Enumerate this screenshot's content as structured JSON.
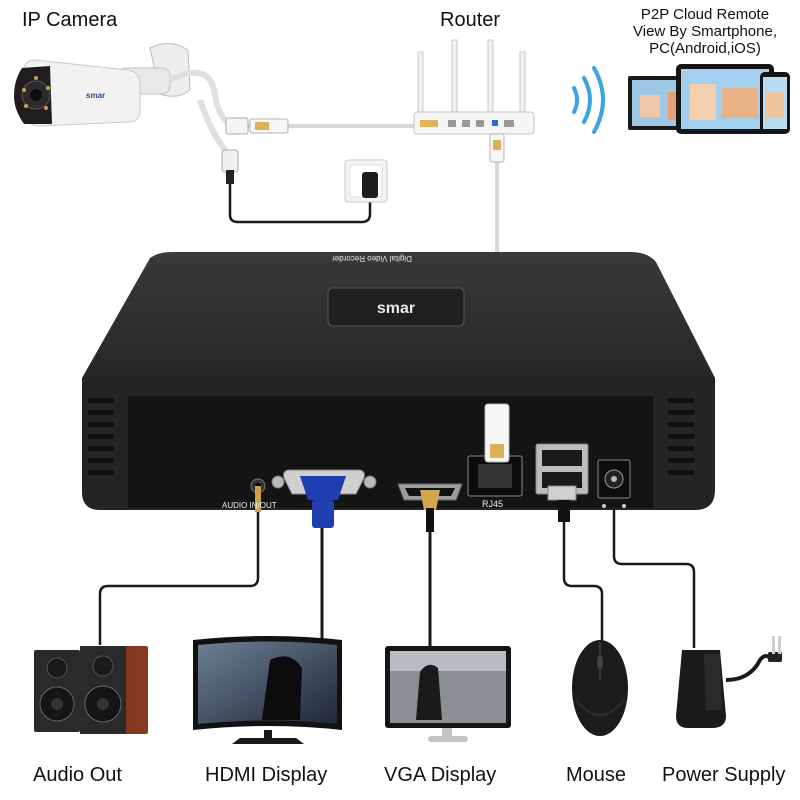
{
  "labels": {
    "ip_camera": "IP Camera",
    "router": "Router",
    "p2p_line1": "P2P Cloud Remote",
    "p2p_line2": "View By Smartphone,",
    "p2p_line3": "PC(Android,iOS)",
    "audio_out": "Audio Out",
    "hdmi_display": "HDMI Display",
    "vga_display": "VGA Display",
    "mouse": "Mouse",
    "power_supply": "Power Supply"
  },
  "nvr": {
    "brand": "smar",
    "top_text": "Digital Video Recorder",
    "port_audio": "AUDIO IN/OUT",
    "port_rj45": "RJ45"
  },
  "camera": {
    "brand": "smar"
  },
  "colors": {
    "nvr_body": "#2c2c2c",
    "nvr_face": "#1c1c1c",
    "cable": "#1a1a1a",
    "network_cable": "#d8d8d8",
    "wifi": "#3aa3e3",
    "vga_blue": "#1f3fb0"
  }
}
